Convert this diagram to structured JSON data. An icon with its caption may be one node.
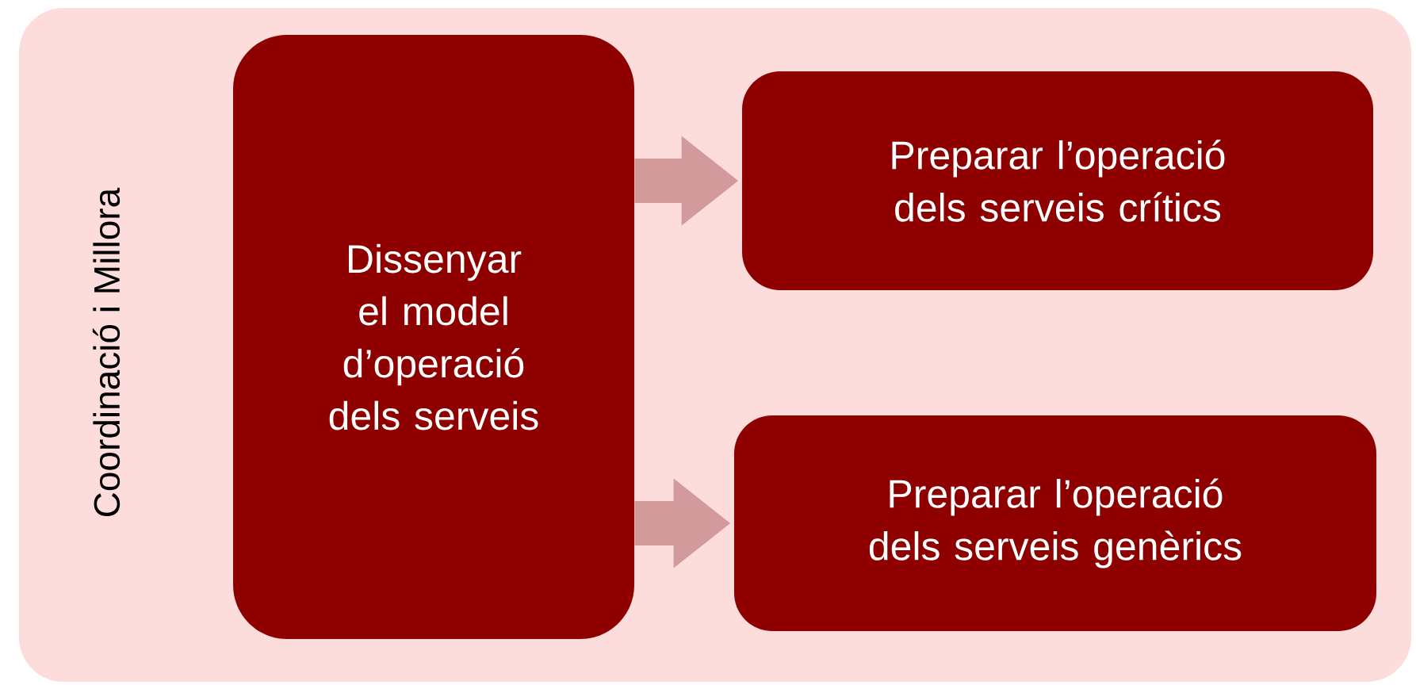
{
  "diagram": {
    "nodes": [
      {
        "text": [
          "Coordinació i Millora"
        ]
      },
      {
        "text": [
          "Dissenyar el model d’operació dels serveis"
        ],
        "in": 0
      },
      {
        "text": [
          "Preparar l’operació dels serveis crítics"
        ],
        "in": 0
      },
      {
        "text": [
          "Preparar l’operació dels serveis genèrics"
        ],
        "in": 0
      }
    ],
    "edges": [
      {
        "from": 1,
        "to": 2,
        "arrow": "to"
      },
      {
        "from": 1,
        "to": 3,
        "arrow": "to"
      }
    ]
  }
}
